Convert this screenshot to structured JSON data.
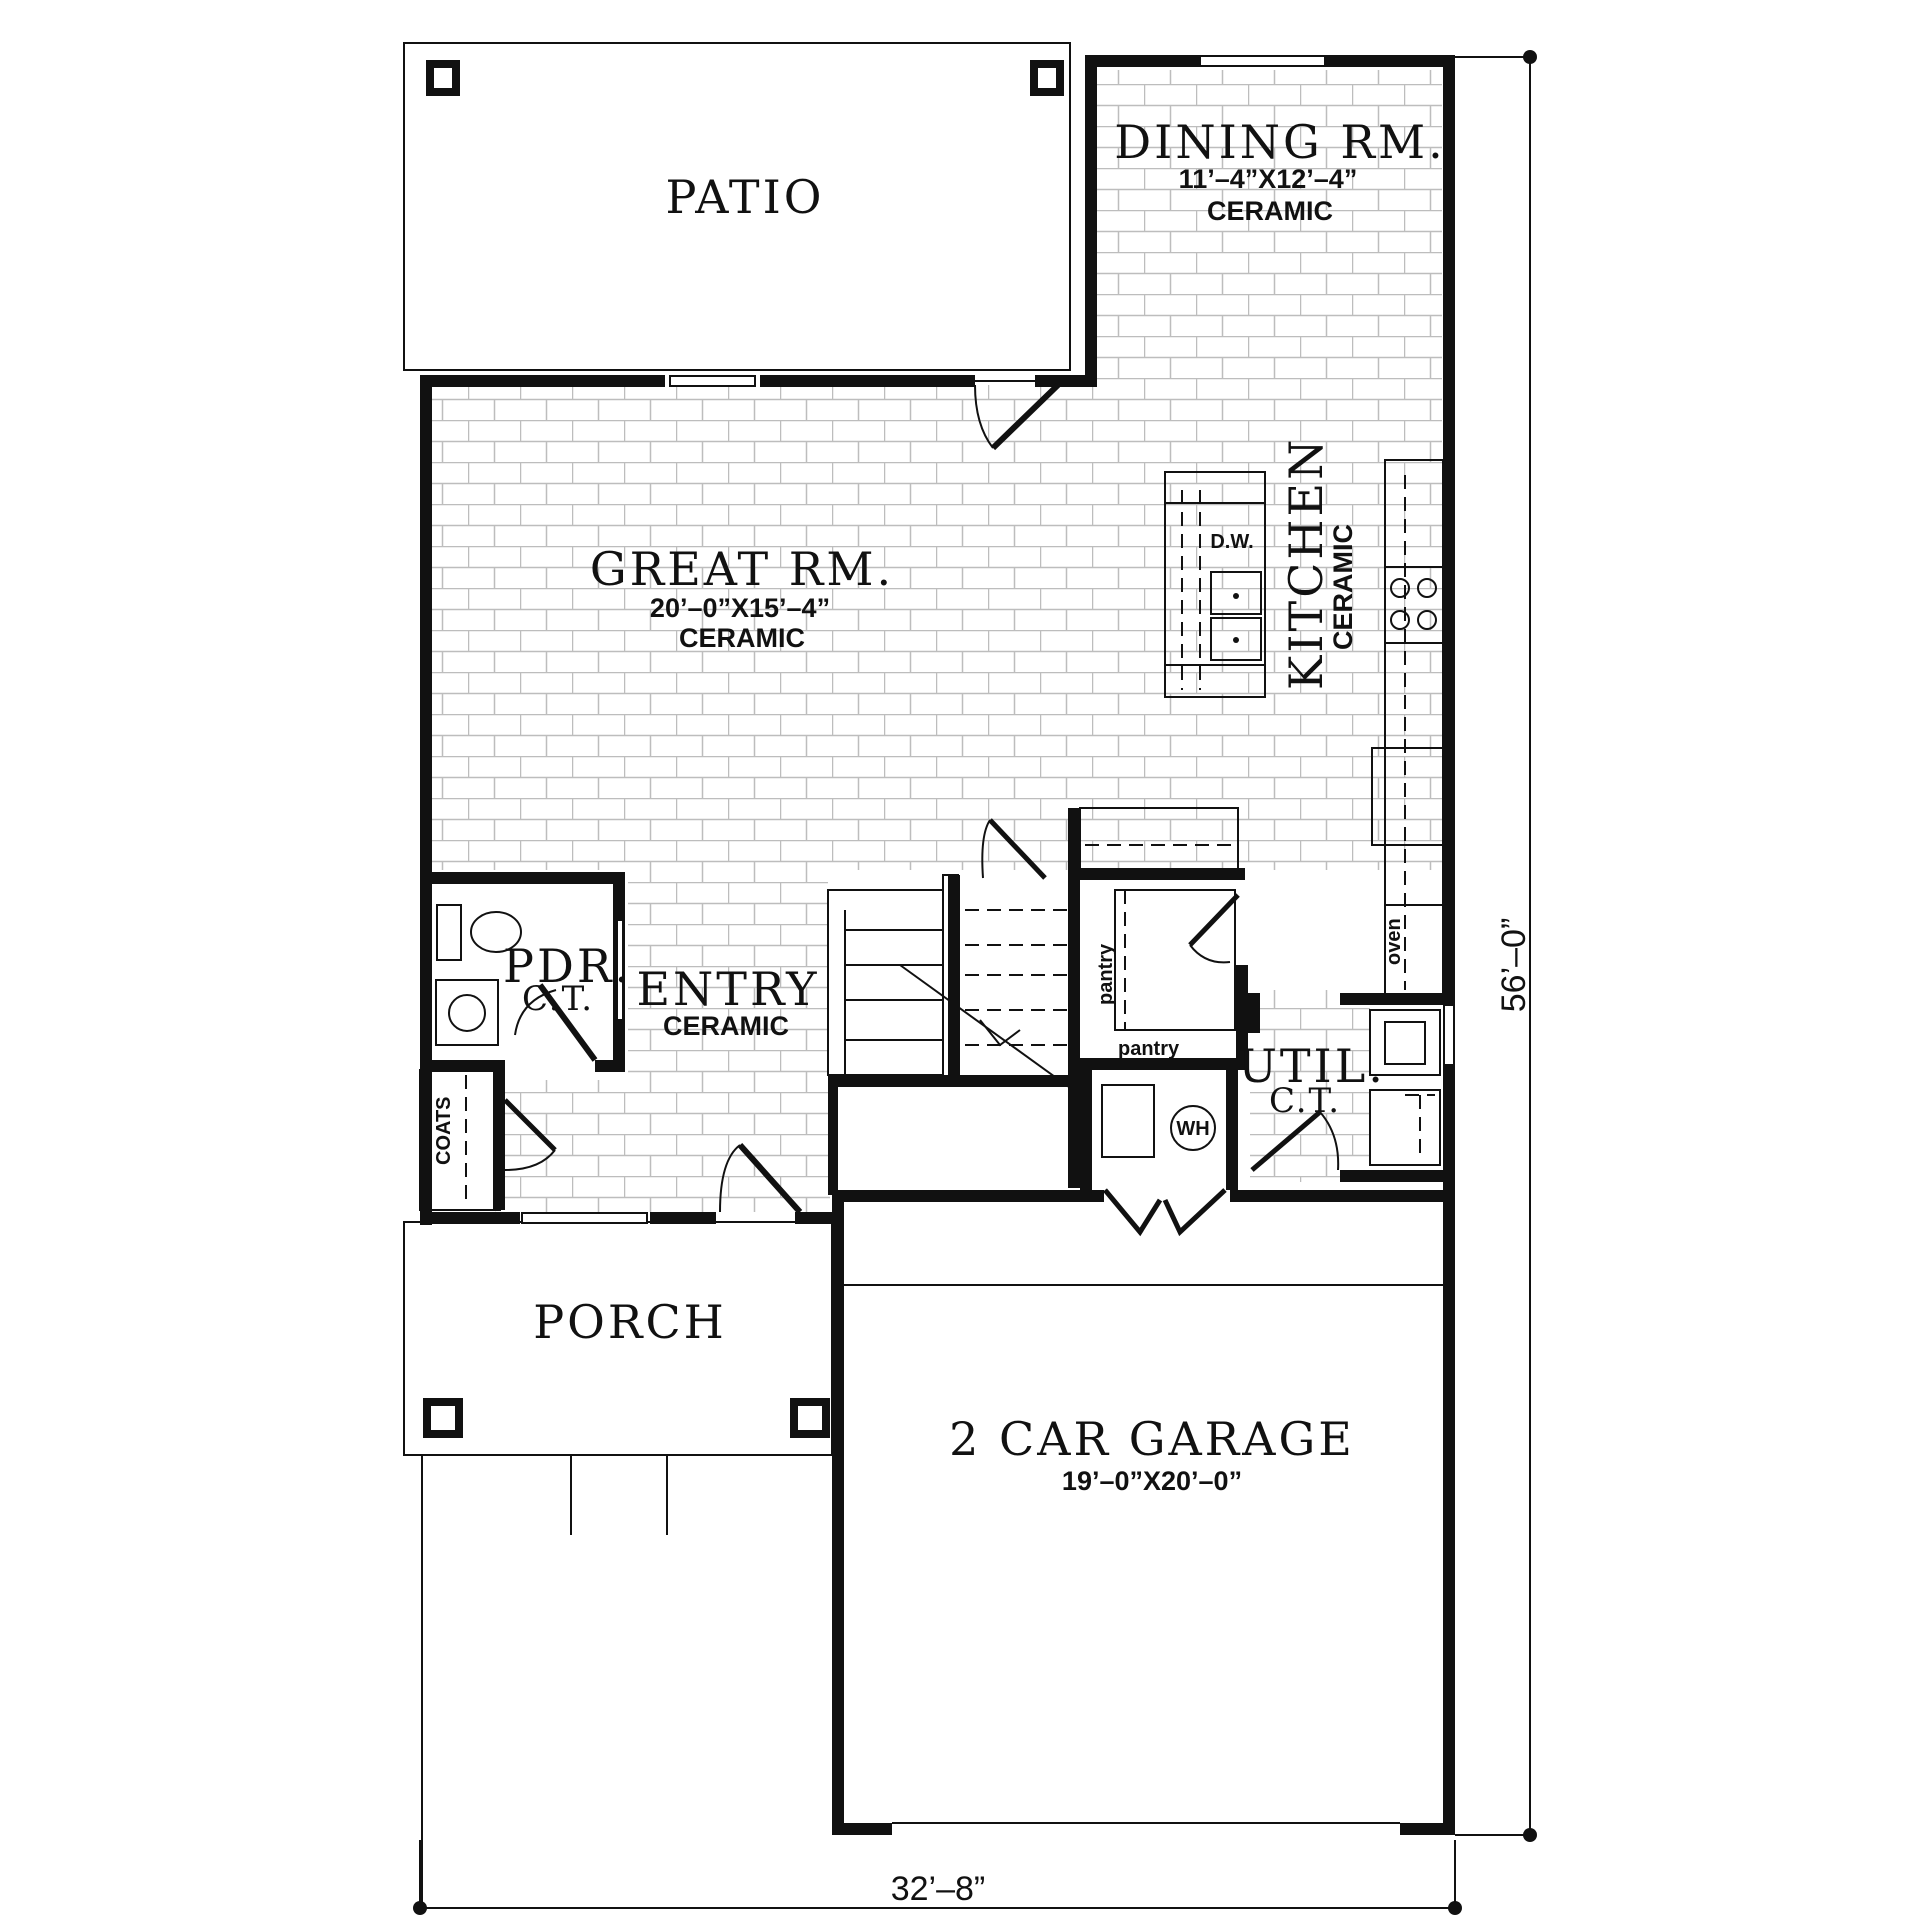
{
  "rooms": {
    "patio": {
      "name": "PATIO"
    },
    "dining": {
      "name": "DINING RM.",
      "dims": "11’–4”X12’–4”",
      "floor": "CERAMIC"
    },
    "great": {
      "name": "GREAT RM.",
      "dims": "20’–0”X15’–4”",
      "floor": "CERAMIC"
    },
    "kitchen": {
      "name": "KITCHEN",
      "floor": "CERAMIC"
    },
    "pdr": {
      "name": "PDR.",
      "floor": "C.T."
    },
    "entry": {
      "name": "ENTRY",
      "floor": "CERAMIC"
    },
    "util": {
      "name": "UTIL.",
      "floor": "C.T."
    },
    "porch": {
      "name": "PORCH"
    },
    "garage": {
      "name": "2 CAR GARAGE",
      "dims": "19’–0”X20’–0”"
    }
  },
  "fixtures": {
    "dishwasher": "D.W.",
    "oven": "oven",
    "pantry_upper": "pantry",
    "pantry_lower": "pantry",
    "coats": "COATS",
    "water_heater": "WH"
  },
  "dimensions": {
    "overall_depth": "56’–0”",
    "overall_width": "32’–8”"
  }
}
